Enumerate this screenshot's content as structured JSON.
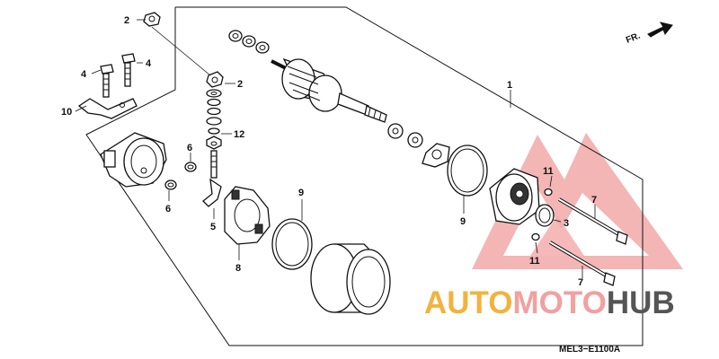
{
  "diagram_code": "MEL3−E1100A",
  "direction_label": "FR.",
  "watermark": {
    "left": "AUTO",
    "middle": "MOTO",
    "right": "HUB",
    "colors": {
      "left": "#f2b33d",
      "middle": "#f2a0a0",
      "right": "#555555",
      "triangle": "#ef8b8b"
    }
  },
  "callouts": [
    {
      "id": "c2a",
      "number": "2"
    },
    {
      "id": "c4a",
      "number": "4"
    },
    {
      "id": "c4b",
      "number": "4"
    },
    {
      "id": "c2b",
      "number": "2"
    },
    {
      "id": "c10",
      "number": "10"
    },
    {
      "id": "c12",
      "number": "12"
    },
    {
      "id": "c6a",
      "number": "6"
    },
    {
      "id": "c6b",
      "number": "6"
    },
    {
      "id": "c5",
      "number": "5"
    },
    {
      "id": "c8",
      "number": "8"
    },
    {
      "id": "c9a",
      "number": "9"
    },
    {
      "id": "c9b",
      "number": "9"
    },
    {
      "id": "c1",
      "number": "1"
    },
    {
      "id": "c11a",
      "number": "11"
    },
    {
      "id": "c3",
      "number": "3"
    },
    {
      "id": "c11b",
      "number": "11"
    },
    {
      "id": "c7a",
      "number": "7"
    },
    {
      "id": "c7b",
      "number": "7"
    }
  ]
}
